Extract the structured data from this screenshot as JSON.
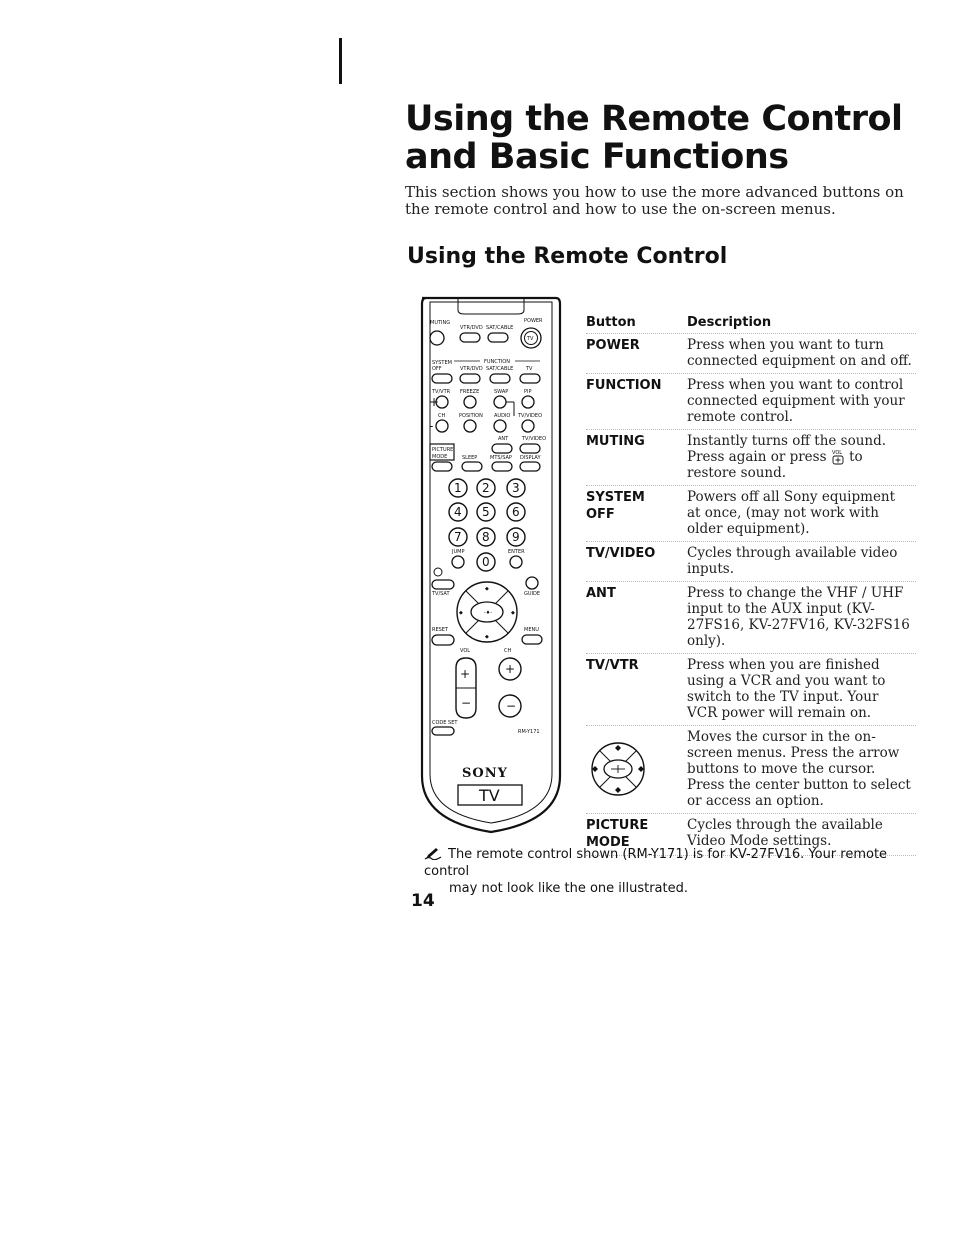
{
  "title": "Using the Remote Control and Basic Functions",
  "intro": "This section shows you how to use the more advanced buttons on the remote control and how to use the on-screen menus.",
  "subtitle": "Using the Remote Control",
  "remote": {
    "labels": {
      "muting": "MUTING",
      "power": "POWER",
      "vtr_dvd": "VTR/DVD",
      "sat_cable": "SAT/CABLE",
      "tv": "TV",
      "system": "SYSTEM",
      "off": "OFF",
      "function": "FUNCTION",
      "tv_vtr": "TV/VTR",
      "freeze": "FREEZE",
      "swap": "SWAP",
      "pip": "PIP",
      "ch": "CH",
      "position": "POSITION",
      "audio": "AUDIO",
      "tv_video": "TV/VIDEO",
      "ant": "ANT",
      "picture": "PICTURE",
      "mode": "MODE",
      "sleep": "SLEEP",
      "mts_sap": "MTS/SAP",
      "display": "DISPLAY",
      "jump": "JUMP",
      "enter": "ENTER",
      "tv_sat": "TV/SAT",
      "guide": "GUIDE",
      "reset": "RESET",
      "menu": "MENU",
      "vol": "VOL",
      "code_set": "CODE SET",
      "model": "RM-Y171",
      "brand": "SONY",
      "tv_badge": "TV"
    },
    "digits": [
      "1",
      "2",
      "3",
      "4",
      "5",
      "6",
      "7",
      "8",
      "9",
      "0"
    ]
  },
  "table": {
    "col_button": "Button",
    "col_description": "Description",
    "rows": [
      {
        "button": "POWER",
        "description": "Press when you want to turn connected equipment on and off."
      },
      {
        "button": "FUNCTION",
        "description": "Press when you want to control connected equipment with your remote control."
      },
      {
        "button": "MUTING",
        "description_before": "Instantly turns off the sound. Press again or press",
        "description_after": "to restore sound.",
        "inline_icon": "vol-plus-icon",
        "icon_label": "VOL"
      },
      {
        "button": "SYSTEM\nOFF",
        "description": "Powers off all Sony equipment at once, (may not work with older equipment)."
      },
      {
        "button": "TV/VIDEO",
        "description": "Cycles through available video inputs."
      },
      {
        "button": "ANT",
        "description": "Press to change the VHF / UHF input to the AUX input (KV-27FS16, KV-27FV16, KV-32FS16 only)."
      },
      {
        "button": "TV/VTR",
        "description": "Press when you are finished using a VCR and you want to switch to the TV input. Your VCR power will remain on."
      },
      {
        "button_icon": "arrow-pad-icon",
        "description": "Moves the cursor in the on-screen menus. Press the arrow buttons to move the cursor. Press the center button to select or access an option."
      },
      {
        "button": "PICTURE\nMODE",
        "description": "Cycles through the available Video Mode settings."
      }
    ]
  },
  "note": {
    "line1": "The remote control shown (RM-Y171) is for KV-27FV16. Your remote control",
    "line2": "may not look like the one illustrated.",
    "icon": "pencil-note-icon"
  },
  "page_number": "14"
}
